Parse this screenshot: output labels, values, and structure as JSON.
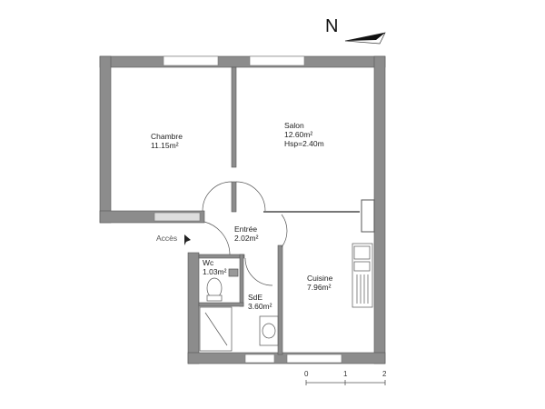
{
  "compass": {
    "label": "N",
    "icon": "north-arrow-icon"
  },
  "rooms": [
    {
      "name": "Chambre",
      "area": "11.15m²"
    },
    {
      "name": "Salon",
      "area": "12.60m²",
      "extra": "Hsp=2.40m"
    },
    {
      "name": "Entrée",
      "area": "2.02m²"
    },
    {
      "name": "Wc",
      "area": "1.03m²"
    },
    {
      "name": "SdE",
      "area": "3.60m²"
    },
    {
      "name": "Cuisine",
      "area": "7.96m²"
    }
  ],
  "access": {
    "label": "Accès"
  },
  "scale_bar": {
    "ticks": [
      "0",
      "1",
      "2"
    ]
  },
  "colors": {
    "wall": "#8c8c8c",
    "line": "#555555"
  }
}
